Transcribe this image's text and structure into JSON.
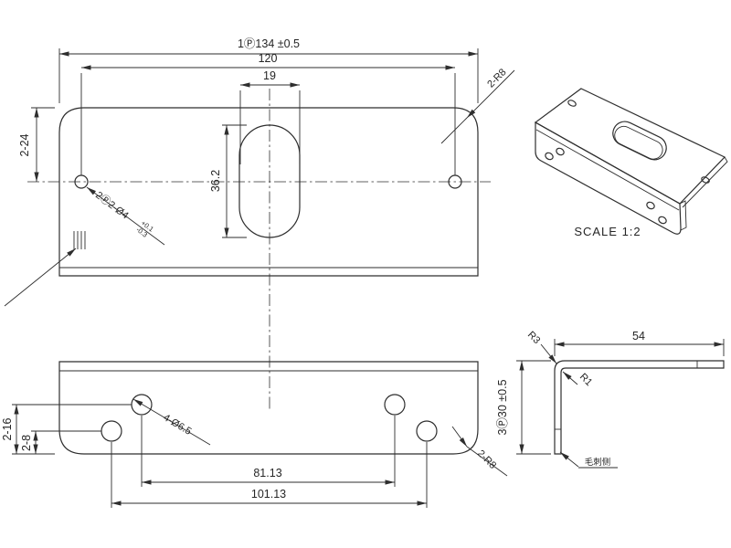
{
  "drawing": {
    "colors": {
      "background": "#ffffff",
      "line": "#2e2e2e"
    },
    "top_view": {
      "overall": "1Ⓟ134 ±0.5",
      "holes_span": "120",
      "slot_width": "19",
      "edge_offset": "2-24",
      "slot_length": "36.2",
      "corner_radius": "2-R8",
      "hole_callout": "2Ⓟ2-Ø4",
      "hole_tol_upper": "+0.1",
      "hole_tol_lower": "-0.3"
    },
    "bottom_view": {
      "hole_height_outer": "2-16",
      "hole_height_inner": "2-8",
      "span_inner": "81.13",
      "span_outer": "101.13",
      "hole_callout": "4-Ø6.5",
      "corner_radius": "2-R8"
    },
    "side_view": {
      "depth": "54",
      "height": "3Ⓟ30 ±0.5",
      "bend_radius_outer": "R3",
      "bend_radius_inner": "R1",
      "burr_note": "毛刺侧"
    },
    "iso_view": {
      "scale_label": "SCALE 1:2"
    }
  }
}
